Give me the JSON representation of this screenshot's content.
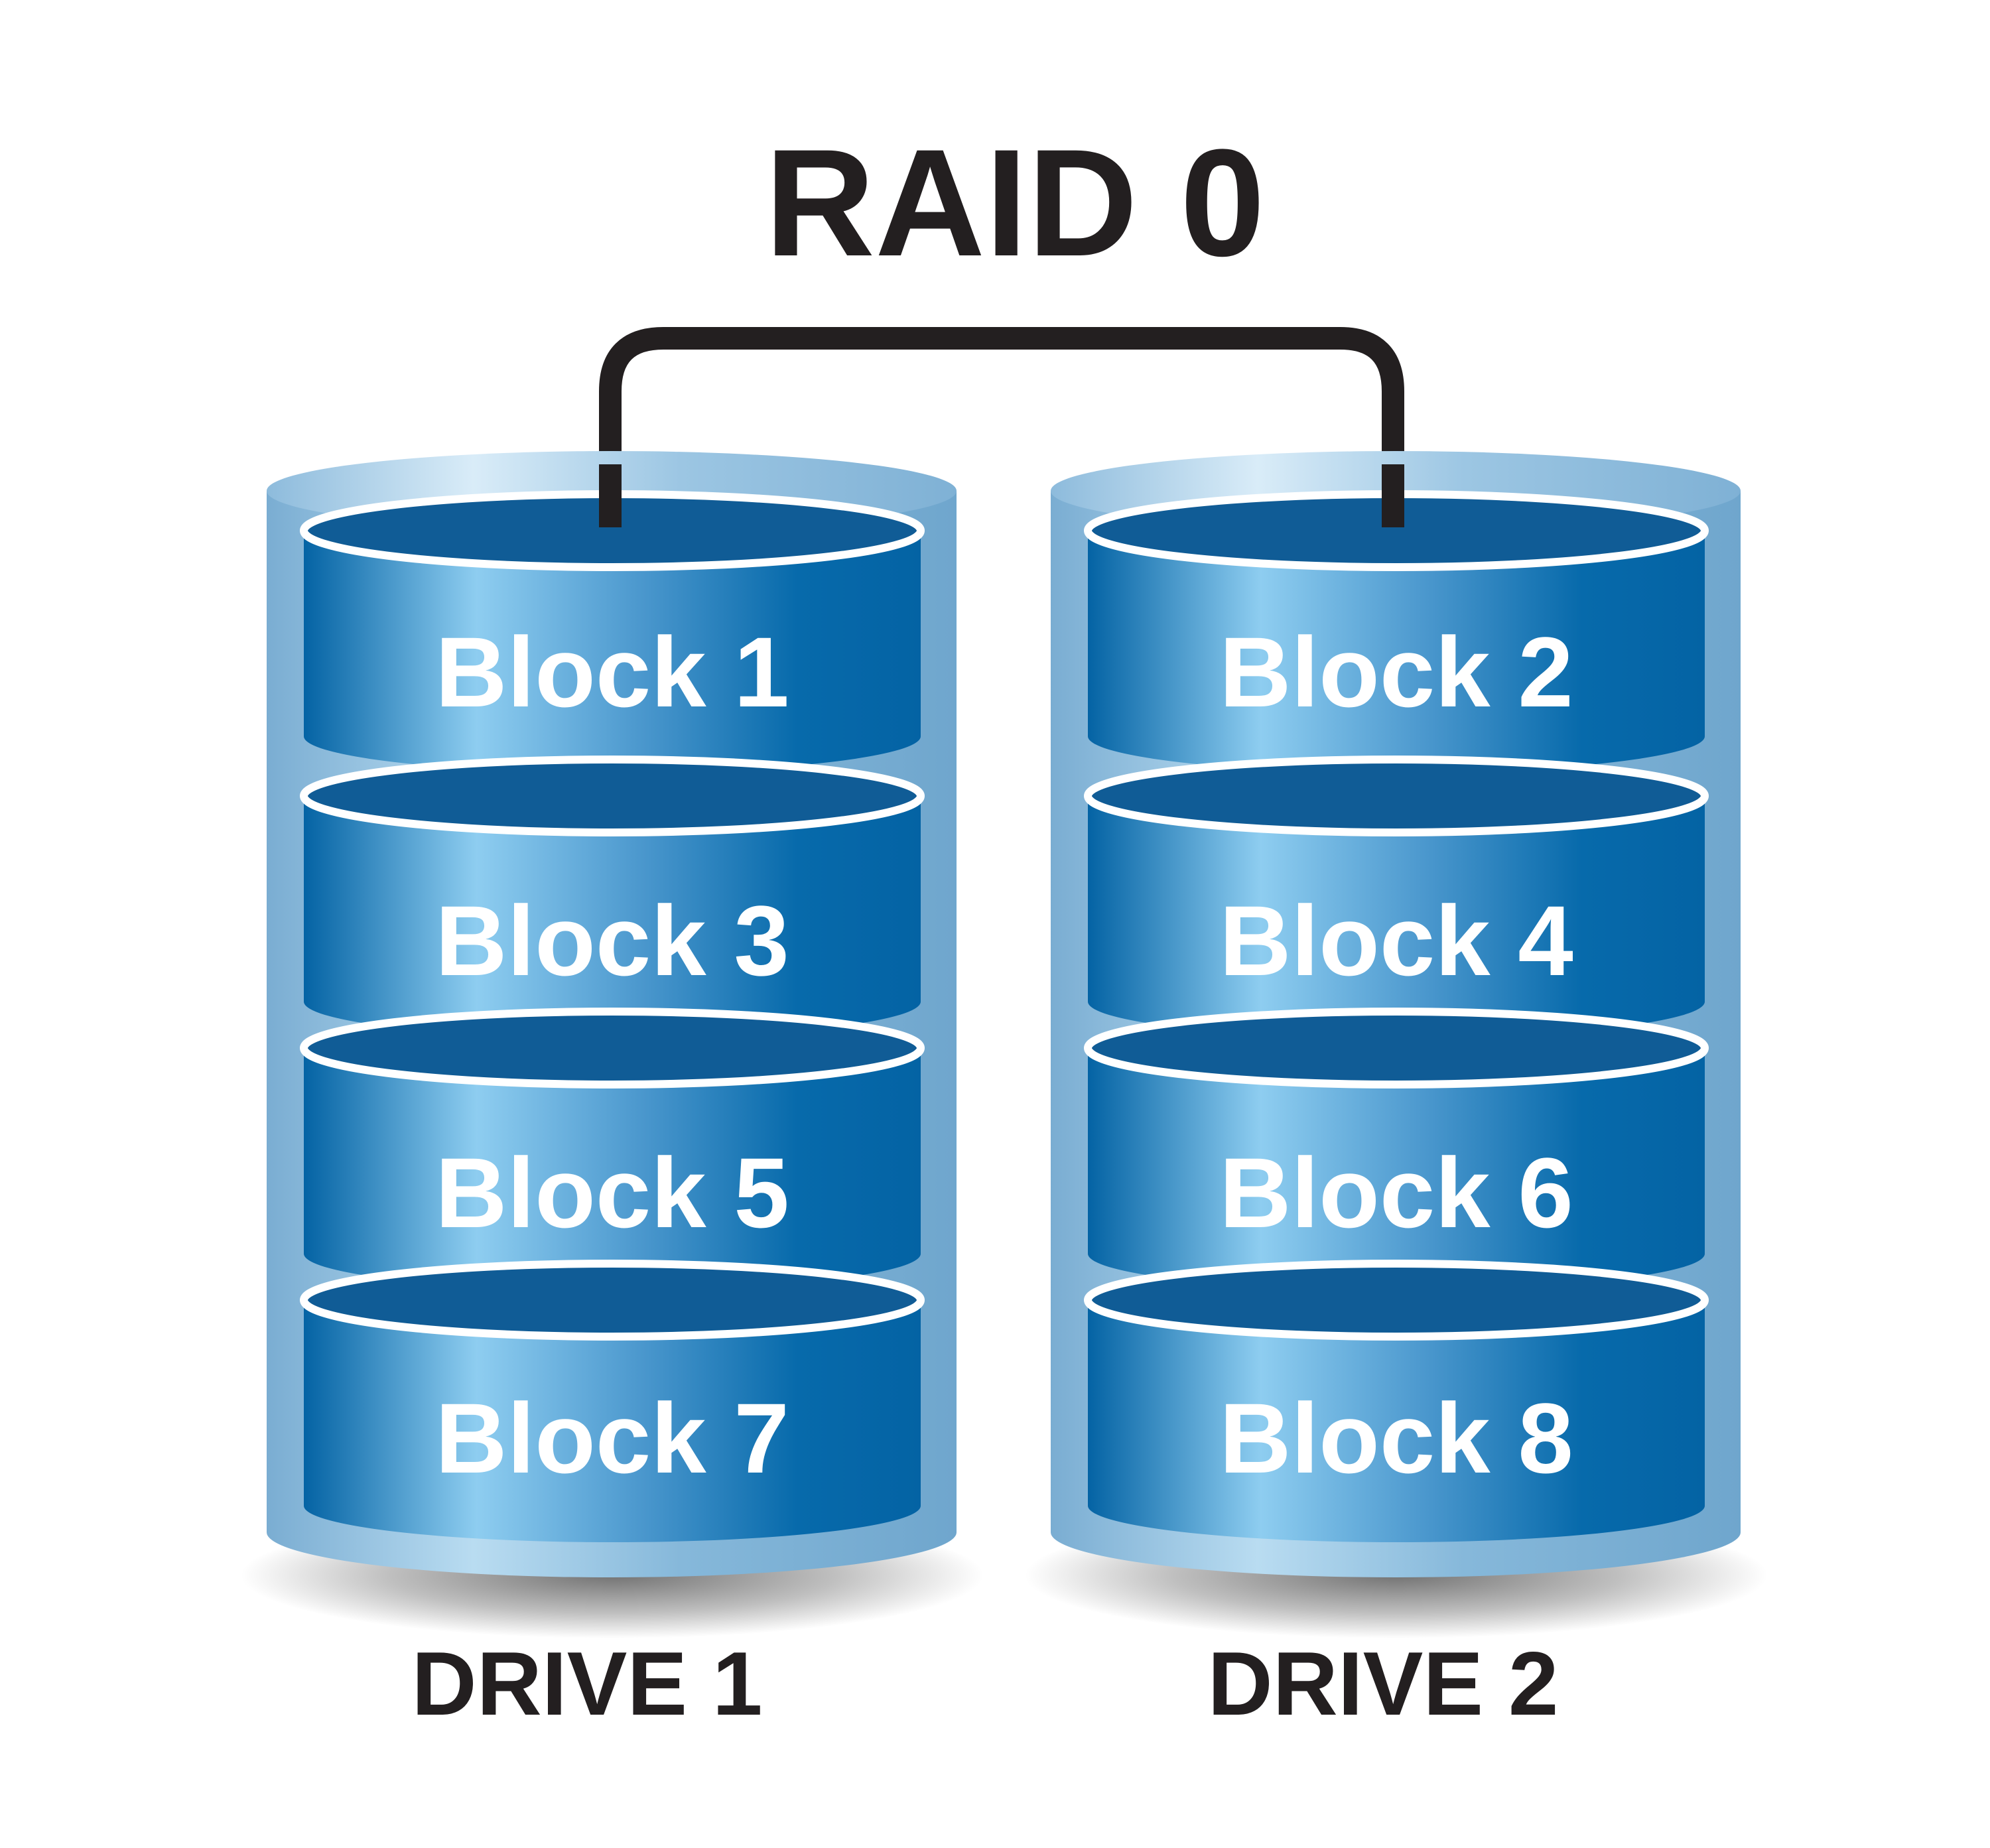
{
  "title": "RAID 0",
  "drives": [
    {
      "label": "DRIVE 1",
      "blocks": [
        "Block 1",
        "Block 3",
        "Block 5",
        "Block 7"
      ]
    },
    {
      "label": "DRIVE 2",
      "blocks": [
        "Block 2",
        "Block 4",
        "Block 6",
        "Block 8"
      ]
    }
  ],
  "colors": {
    "outer_cylinder": "#7fb2d4",
    "block_dark": "#0463a4",
    "block_light": "#8ecdf0",
    "block_top": "#105c96",
    "text_dark": "#231f20",
    "block_text": "#ffffff",
    "connector": "#231f20"
  }
}
